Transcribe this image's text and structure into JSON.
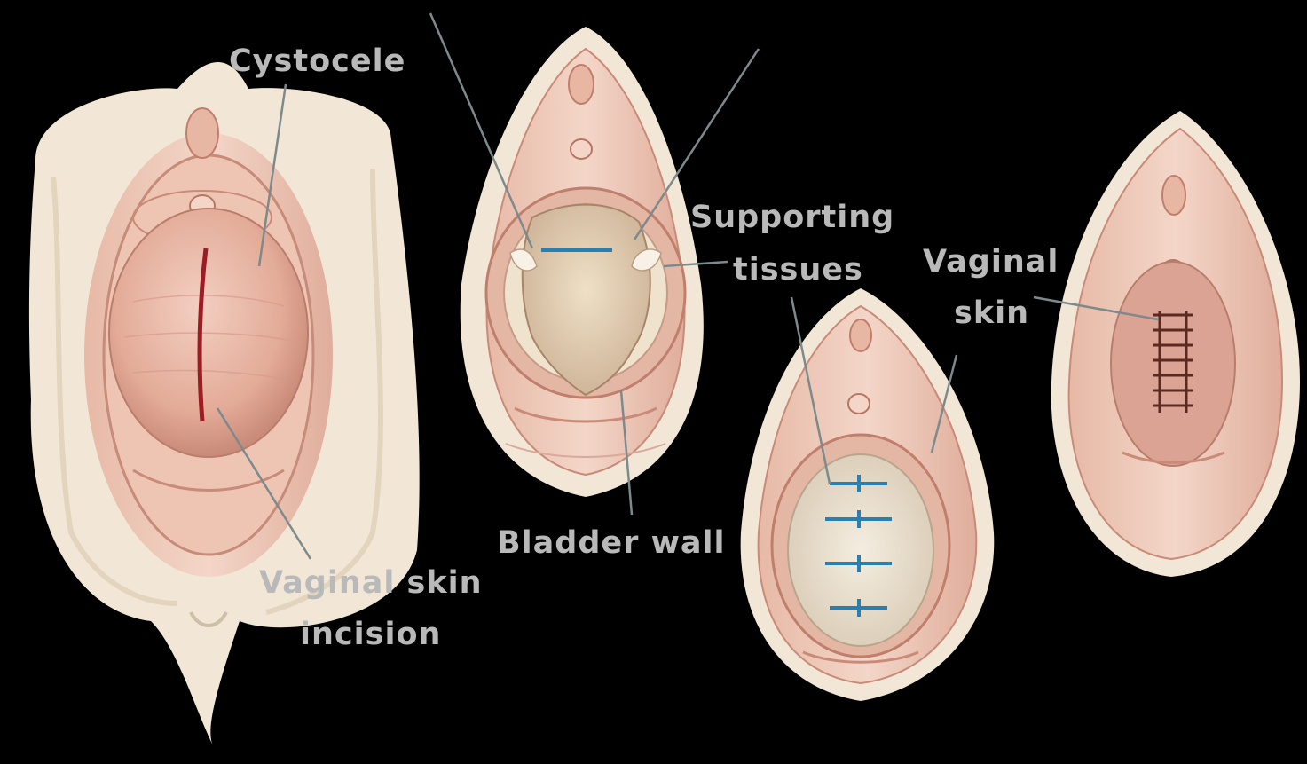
{
  "labels": {
    "cystocele": "Cystocele",
    "supporting_1": "Supporting",
    "supporting_2": "tissues",
    "vaginal_skin_1": "Vaginal",
    "vaginal_skin_2": "skin",
    "bladder_wall": "Bladder wall",
    "incision_1": "Vaginal skin",
    "incision_2": "incision"
  },
  "colors": {
    "background": "#000000",
    "label_text": "#b9b9b9",
    "leader_line": "#7d8a8c",
    "suture": "#2a7fb0",
    "skin": "#f2e7d6",
    "tissue_pink": "#d9a08e",
    "bulge": "#e6b4a3",
    "incision": "#9c1c24"
  }
}
